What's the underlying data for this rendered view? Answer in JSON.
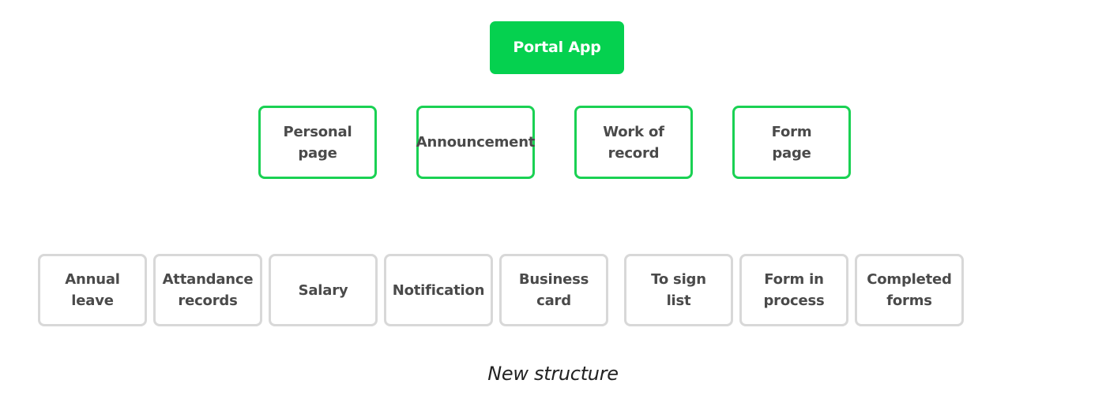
{
  "root": {
    "label": "Portal App"
  },
  "level1": [
    {
      "label": "Personal\npage"
    },
    {
      "label": "Announcement"
    },
    {
      "label": "Work of\nrecord"
    },
    {
      "label": "Form\npage"
    }
  ],
  "level2": [
    {
      "label": "Annual\nleave"
    },
    {
      "label": "Attandance\nrecords"
    },
    {
      "label": "Salary"
    },
    {
      "label": "Notification"
    },
    {
      "label": "Business\ncard"
    },
    {
      "label": "To sign\nlist"
    },
    {
      "label": "Form in\nprocess"
    },
    {
      "label": "Completed\nforms"
    }
  ],
  "caption": "New structure",
  "colors": {
    "accent_green": "#05d14f",
    "border_green": "#1ad153",
    "border_gray": "#d8d8d8",
    "text_gray": "#4a4a4a"
  }
}
